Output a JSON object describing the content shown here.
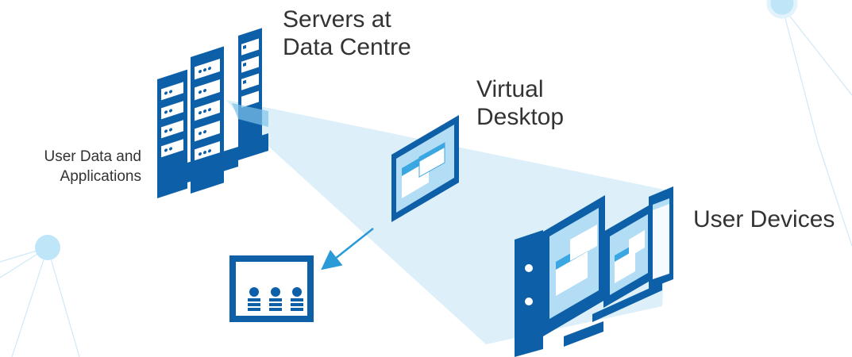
{
  "labels": {
    "servers": [
      "Servers at",
      "Data Centre"
    ],
    "virtual_desktop": [
      "Virtual",
      "Desktop"
    ],
    "user_data": [
      "User Data and",
      "Applications"
    ],
    "user_devices": "User Devices"
  },
  "colors": {
    "primary": "#0d5fa8",
    "beam": "#d9eefa",
    "screen": "#b3ddf4",
    "window_highlight": "#3aa7e2",
    "network_node": "#bfe5f8",
    "network_line": "#cfe9f7",
    "arrow": "#2a9ad8",
    "text": "#333333"
  },
  "icons": {
    "servers": "server-rack-icon",
    "virtual_desktop": "virtual-desktop-panel-icon",
    "user_data": "user-data-storage-icon",
    "devices": "user-devices-icon"
  }
}
